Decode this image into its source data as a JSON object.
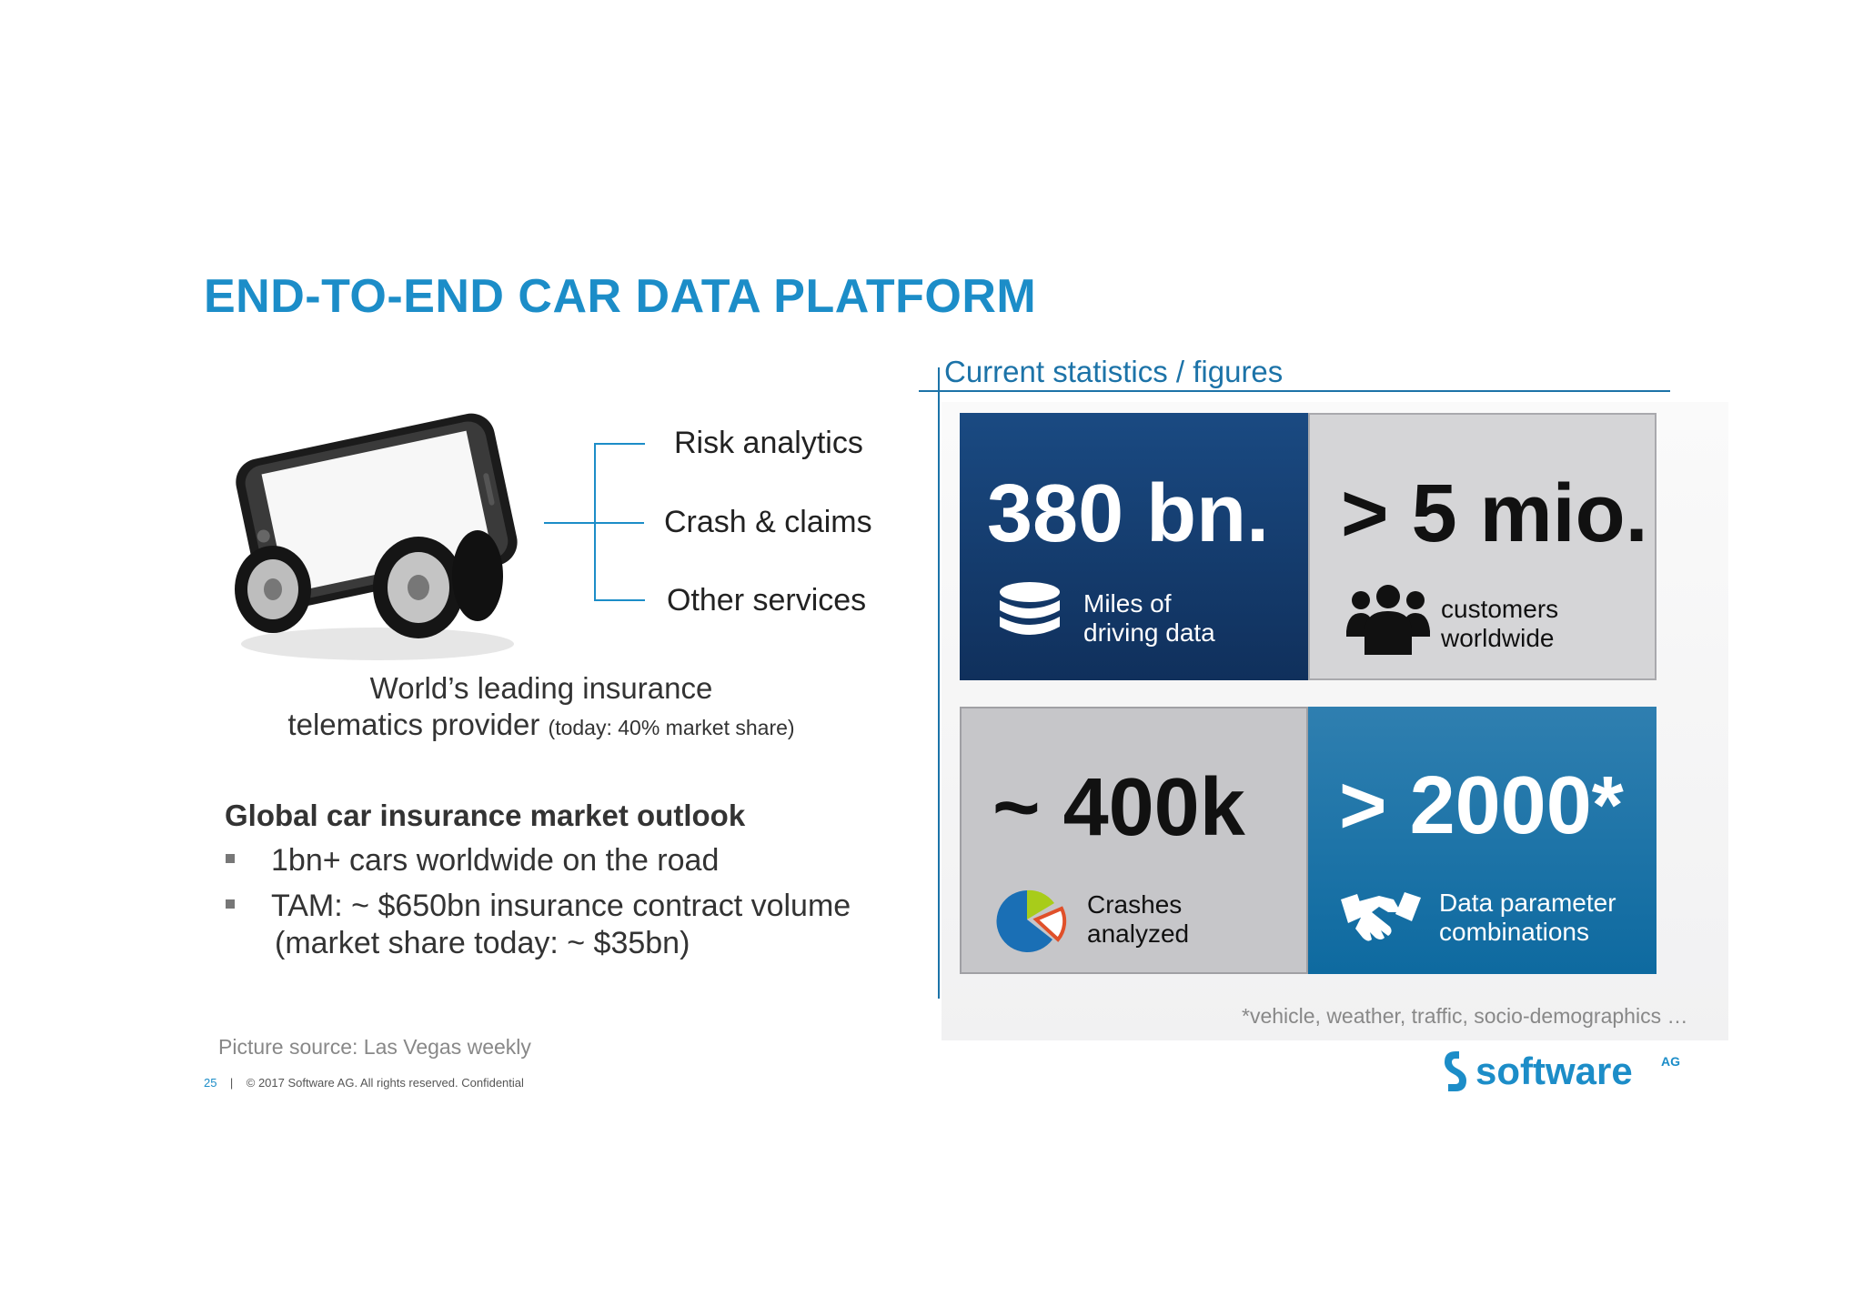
{
  "title": "END-TO-END CAR DATA PLATFORM",
  "services": [
    "Risk analytics",
    "Crash & claims",
    "Other services"
  ],
  "caption": {
    "line1": "World’s leading insurance",
    "line2": "telematics provider",
    "small": "(today: 40% market share)"
  },
  "outlook": {
    "heading": "Global car insurance market outlook",
    "bullets": [
      "1bn+ cars worldwide on the road",
      "TAM: ~ $650bn insurance contract volume"
    ],
    "bullet2_cont": "(market share today: ~ $35bn)"
  },
  "picture_source": "Picture source: Las Vegas weekly",
  "footer": {
    "page": "25",
    "sep": "|",
    "copyright": "© 2017 Software AG. All rights reserved. Confidential"
  },
  "stats": {
    "heading": "Current statistics / figures",
    "tiles": [
      {
        "value": "380 bn.",
        "label1": "Miles of",
        "label2": "driving data",
        "icon": "database-icon"
      },
      {
        "value": "> 5 mio.",
        "label1": "customers",
        "label2": "worldwide",
        "icon": "people-icon"
      },
      {
        "value": "~ 400k",
        "label1": "Crashes",
        "label2": "analyzed",
        "icon": "pie-chart-icon"
      },
      {
        "value": "> 2000*",
        "label1": "Data parameter",
        "label2": "combinations",
        "icon": "handshake-icon"
      }
    ],
    "footnote": "*vehicle, weather, traffic, socio-demographics …"
  },
  "logo": {
    "text": "software",
    "suffix": "AG"
  },
  "colors": {
    "accent": "#1c8dc8",
    "tile_dark_blue": "#123a6b",
    "tile_light_blue": "#1f74a8",
    "tile_grey": "#d5d5d7"
  }
}
